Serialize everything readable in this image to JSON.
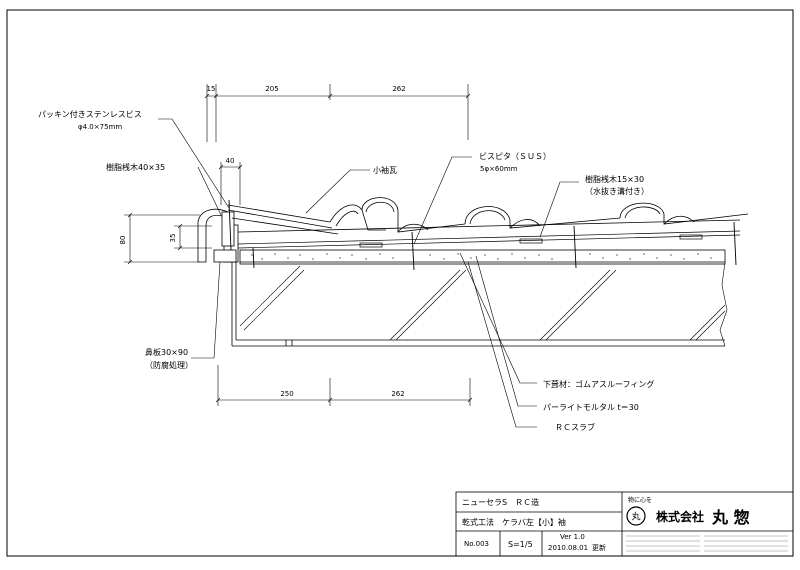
{
  "dimensions": {
    "top": [
      "15",
      "205",
      "262"
    ],
    "bottom": [
      "250",
      "262"
    ],
    "board_width": "40",
    "height_total": "80",
    "height_part": "35"
  },
  "labels": {
    "packing_screw": "パッキン付きステンレスビス",
    "packing_screw_size": "φ4.0×75mm",
    "resin_batten_40": "樹脂桟木40×35",
    "small_tile": "小袖瓦",
    "screw_pita": "ビスピタ（ＳＵＳ）",
    "screw_pita_size": "5φ×60mm",
    "resin_batten_15": "樹脂桟木15×30",
    "resin_batten_15_note": "（水抜き溝付き）",
    "fascia_board": "鼻板30×90",
    "fascia_board_note": "（防腐処理）",
    "underlay": "下葺材：ゴムアスルーフィング",
    "mortar": "パーライトモルタル t＝30",
    "rc_slab": "ＲＣスラブ"
  },
  "title_block": {
    "product": "ニューセラS　ＲＣ造",
    "method": "乾式工法　ケラバ左【小】袖",
    "number": "No.003",
    "scale": "S=1/5",
    "version": "Ver 1.0",
    "date": "2010.08.01",
    "date_note": "更新",
    "logo_caption": "物に心を",
    "logo_mark": "丸",
    "company": "株式会社",
    "company_name": "丸 惣"
  }
}
